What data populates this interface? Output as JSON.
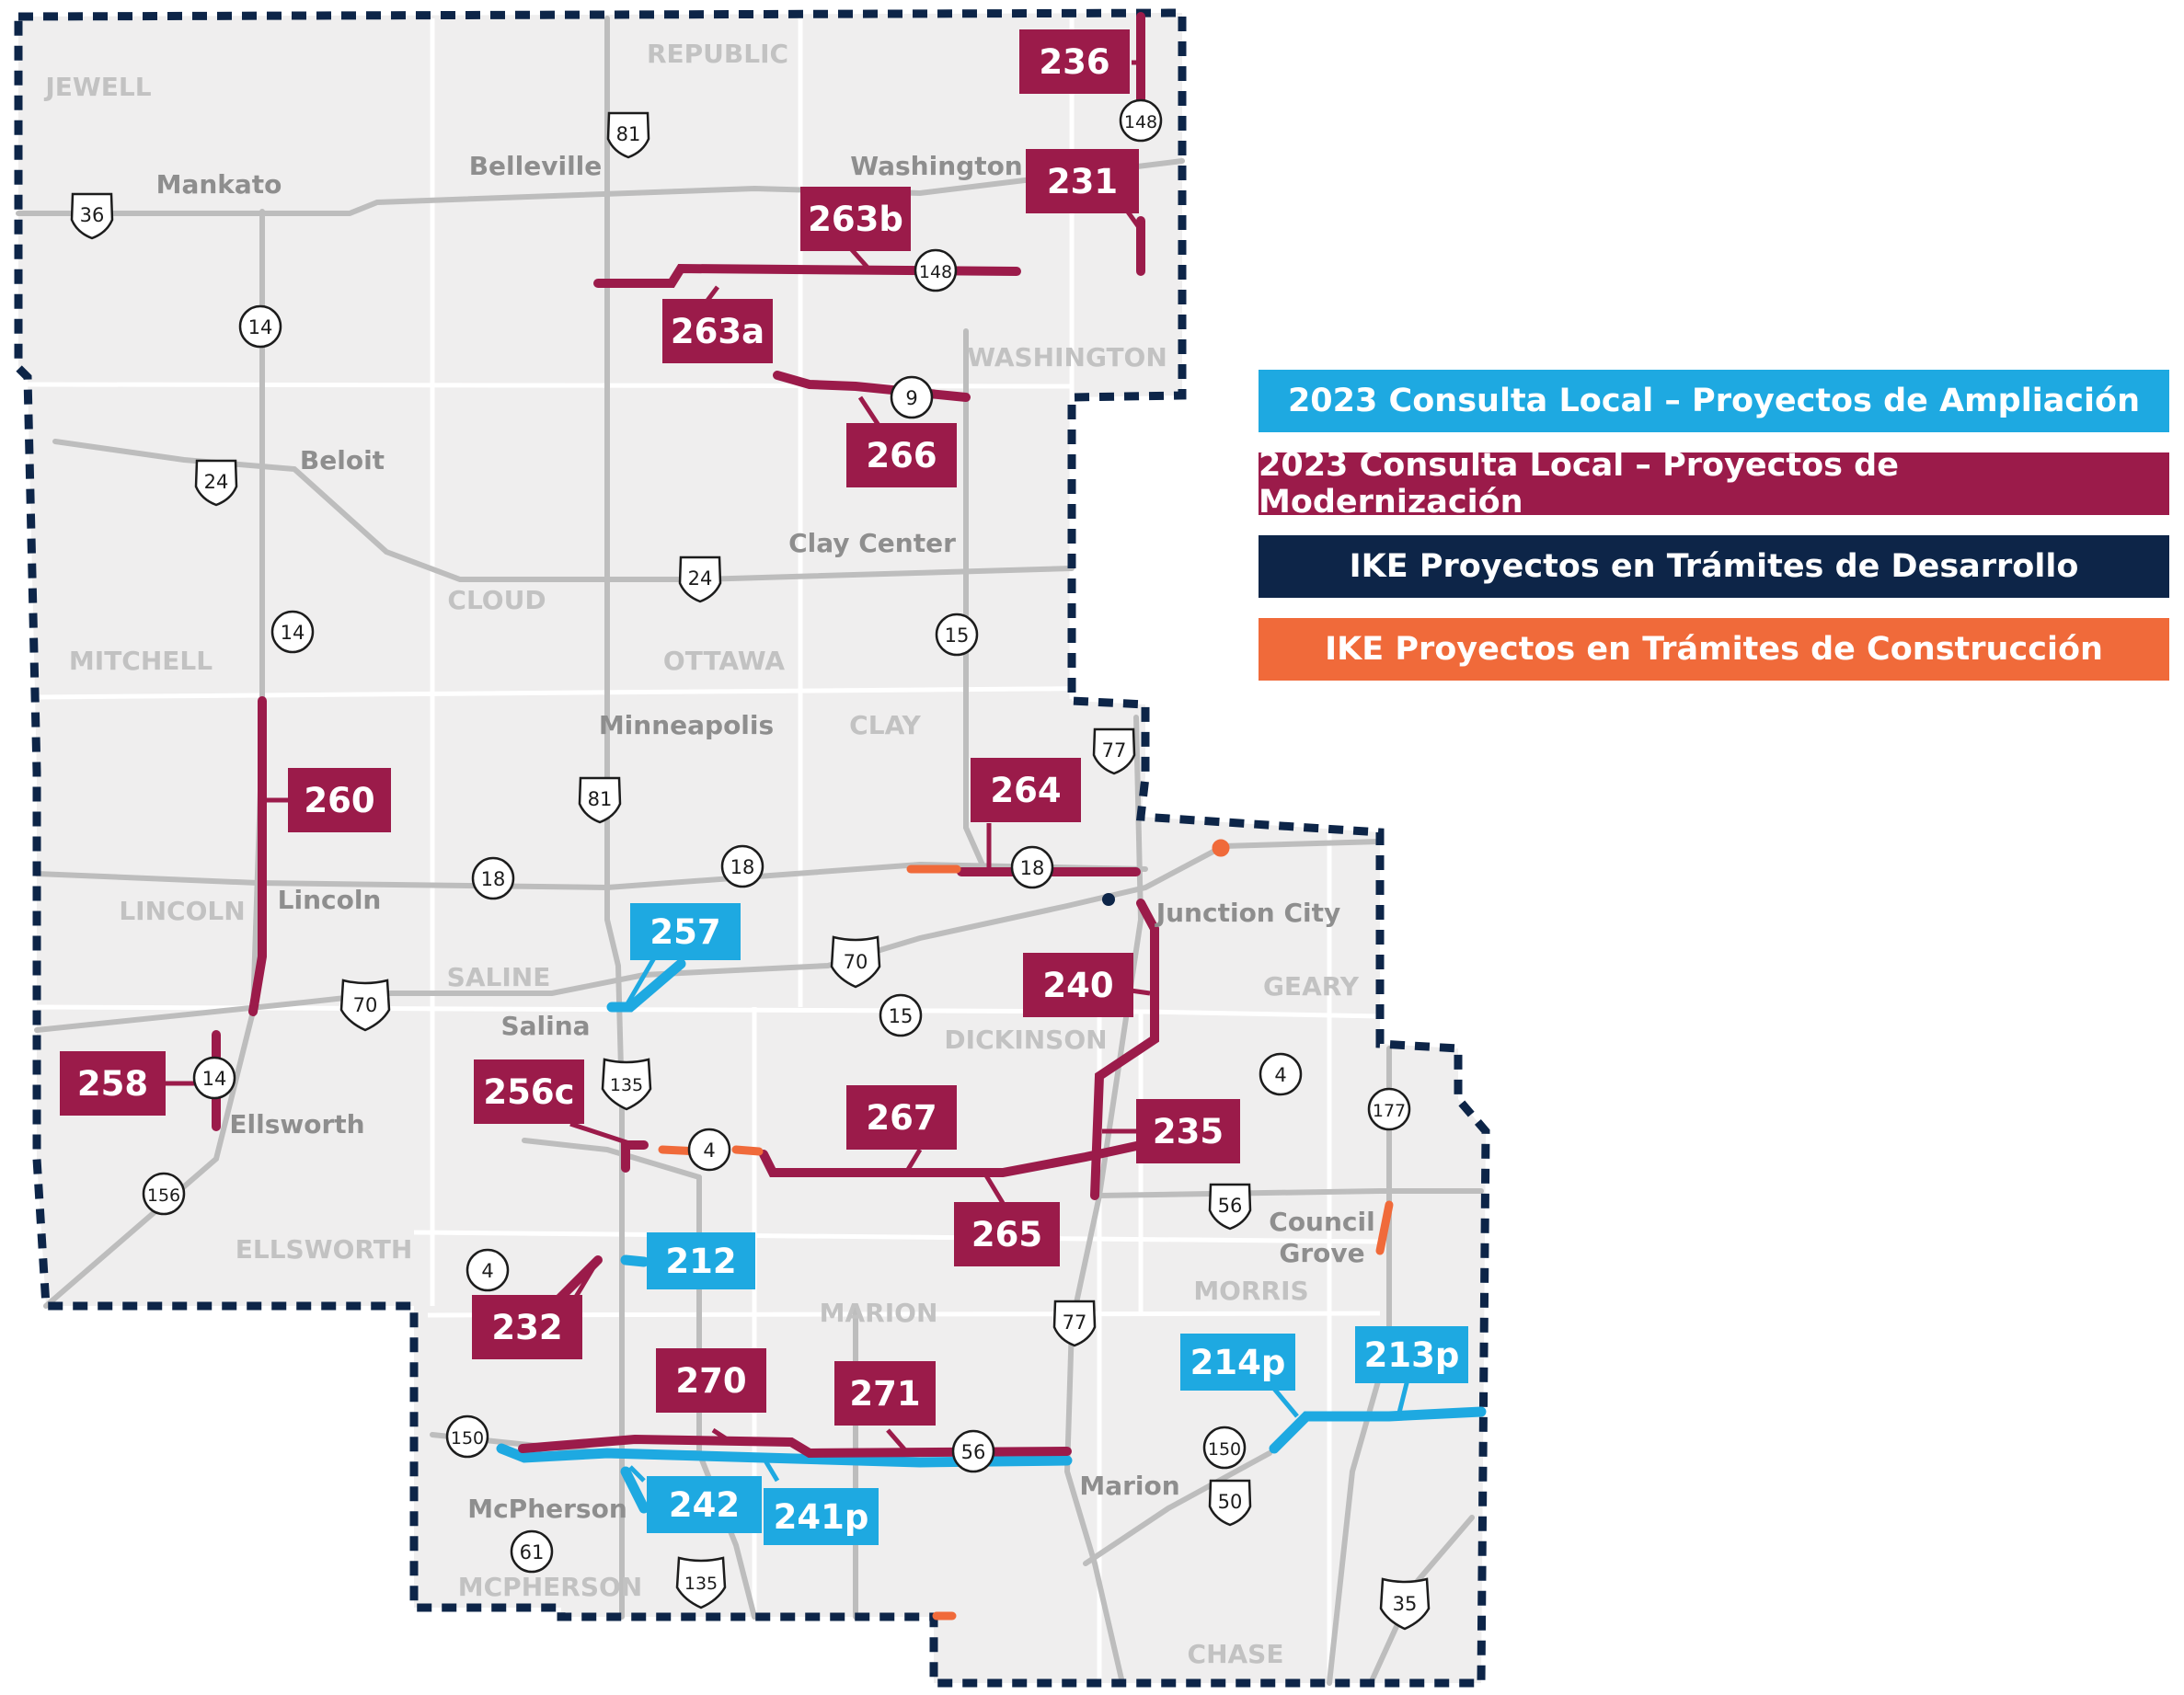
{
  "legend": [
    {
      "label": "2023 Consulta Local – Proyectos de Ampliación",
      "color": "#1ea9e1"
    },
    {
      "label": "2023 Consulta Local – Proyectos de Modernización",
      "color": "#9b1b4a"
    },
    {
      "label": "IKE Proyectos en Trámites de Desarrollo",
      "color": "#0d2548"
    },
    {
      "label": "IKE Proyectos en Trámites de Construcción",
      "color": "#f06a3a"
    }
  ],
  "colors": {
    "land": "#efeeee",
    "boundary": "#0d2548",
    "highway": "#bdbdbd",
    "county_line": "#ffffff",
    "ampliacion": "#1ea9e1",
    "modernizacion": "#9b1b4a",
    "construccion": "#f06a3a",
    "desarrollo": "#0d2548"
  },
  "counties": [
    "JEWELL",
    "REPUBLIC",
    "WASHINGTON",
    "MITCHELL",
    "CLOUD",
    "OTTAWA",
    "CLAY",
    "LINCOLN",
    "SALINE",
    "DICKINSON",
    "GEARY",
    "ELLSWORTH",
    "MARION",
    "MORRIS",
    "MCPHERSON",
    "CHASE"
  ],
  "cities": [
    "Mankato",
    "Belleville",
    "Washington",
    "Beloit",
    "Clay Center",
    "Minneapolis",
    "Lincoln",
    "Junction City",
    "Salina",
    "Ellsworth",
    "Council Grove",
    "McPherson",
    "Marion"
  ],
  "route_shields": [
    "36",
    "81",
    "148",
    "148",
    "14",
    "9",
    "24",
    "24",
    "14",
    "15",
    "77",
    "81",
    "18",
    "18",
    "18",
    "70",
    "70",
    "15",
    "135",
    "14",
    "4",
    "4",
    "177",
    "156",
    "56",
    "4",
    "77",
    "150",
    "150",
    "56",
    "50",
    "61",
    "135",
    "35"
  ],
  "projects_ampliacion": [
    "257",
    "212",
    "214p",
    "213p",
    "242",
    "241p"
  ],
  "projects_modernizacion": [
    "236",
    "231",
    "263b",
    "263a",
    "266",
    "260",
    "264",
    "240",
    "258",
    "256c",
    "267",
    "235",
    "265",
    "232",
    "270",
    "271"
  ]
}
